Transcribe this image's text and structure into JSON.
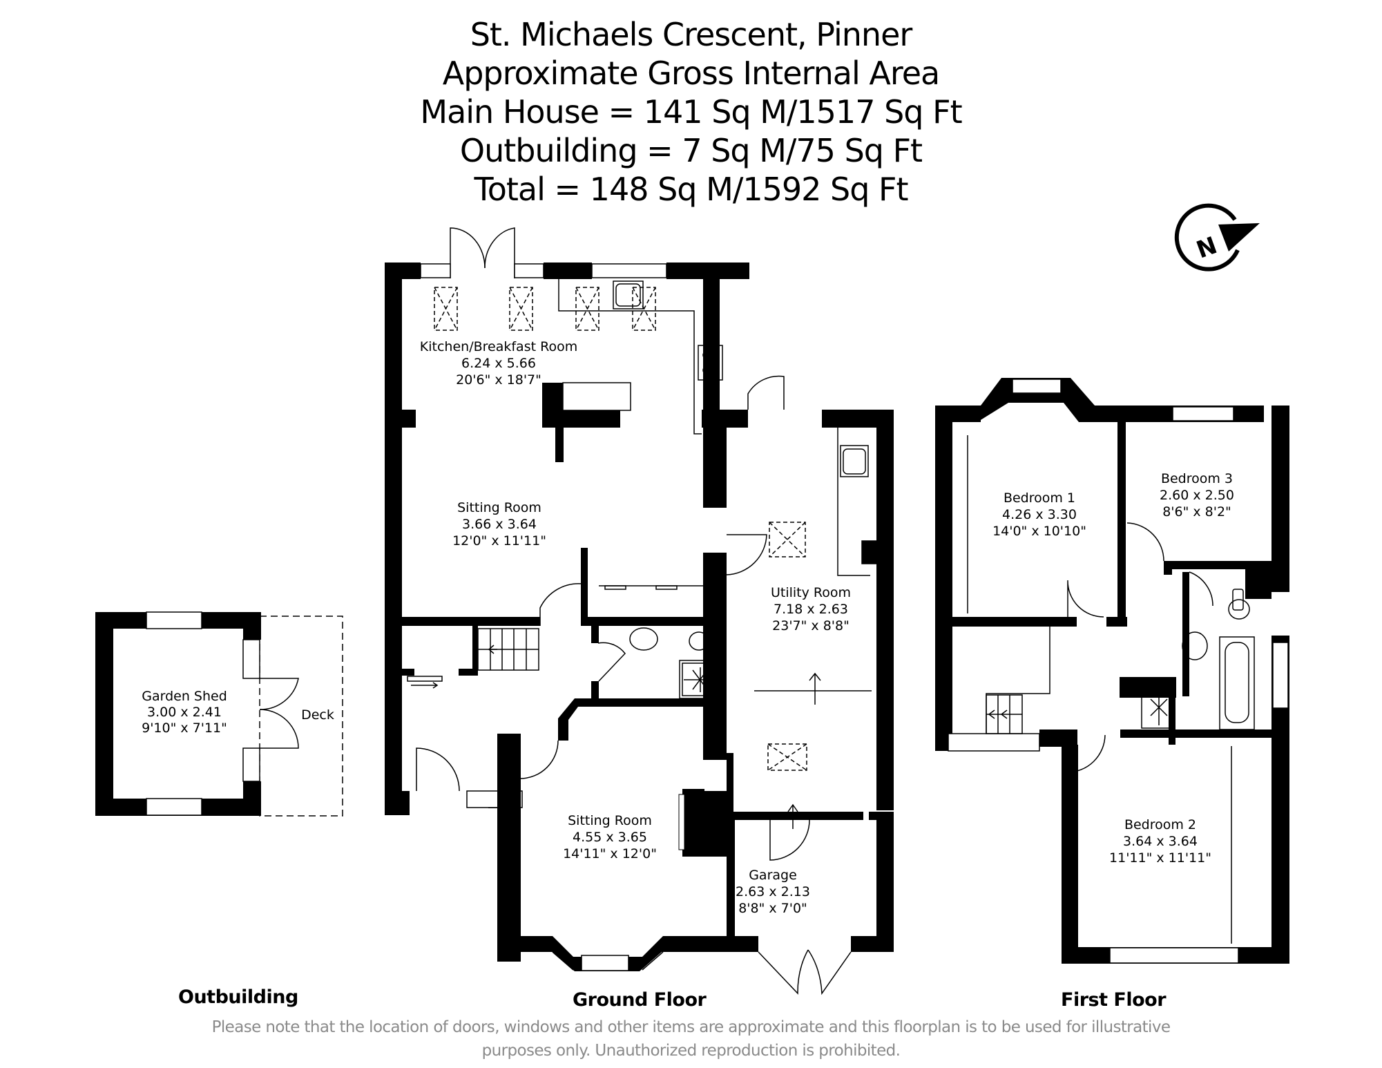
{
  "header": {
    "lines": [
      "St. Michaels Crescent, Pinner",
      "Approximate Gross Internal Area",
      "Main House = 141 Sq M/1517 Sq Ft",
      "Outbuilding = 7 Sq M/75 Sq Ft",
      "Total = 148 Sq M/1592 Sq Ft"
    ]
  },
  "compass": {
    "label": "N",
    "icon": "north-compass-icon"
  },
  "outbuilding": {
    "floor_label": "Outbuilding",
    "rooms": [
      {
        "name": "Garden Shed",
        "metric": "3.00 x 2.41",
        "imperial": "9'10\" x 7'11\""
      },
      {
        "name": "Deck"
      }
    ]
  },
  "ground_floor": {
    "floor_label": "Ground Floor",
    "rooms": [
      {
        "name": "Kitchen/Breakfast Room",
        "metric": "6.24 x 5.66",
        "imperial": "20'6\" x 18'7\""
      },
      {
        "name": "Sitting Room",
        "metric": "3.66 x 3.64",
        "imperial": "12'0\" x 11'11\""
      },
      {
        "name": "Utility Room",
        "metric": "7.18 x 2.63",
        "imperial": "23'7\" x 8'8\""
      },
      {
        "name": "Sitting Room",
        "metric": "4.55 x 3.65",
        "imperial": "14'11\" x 12'0\""
      },
      {
        "name": "Garage",
        "metric": "2.63 x 2.13",
        "imperial": "8'8\" x 7'0\""
      }
    ]
  },
  "first_floor": {
    "floor_label": "First Floor",
    "rooms": [
      {
        "name": "Bedroom 1",
        "metric": "4.26 x 3.30",
        "imperial": "14'0\" x 10'10\""
      },
      {
        "name": "Bedroom 3",
        "metric": "2.60 x 2.50",
        "imperial": "8'6\" x 8'2\""
      },
      {
        "name": "Bedroom 2",
        "metric": "3.64 x 3.64",
        "imperial": "11'11\" x 11'11\""
      }
    ]
  },
  "disclaimer": {
    "line1": "Please note that the location of doors, windows and other items are approximate and this floorplan is to be used for illustrative",
    "line2": "purposes only. Unauthorized reproduction is prohibited."
  },
  "colors": {
    "wall": "#000000",
    "background": "#ffffff",
    "disclaimer_text": "#8a8a8a"
  }
}
